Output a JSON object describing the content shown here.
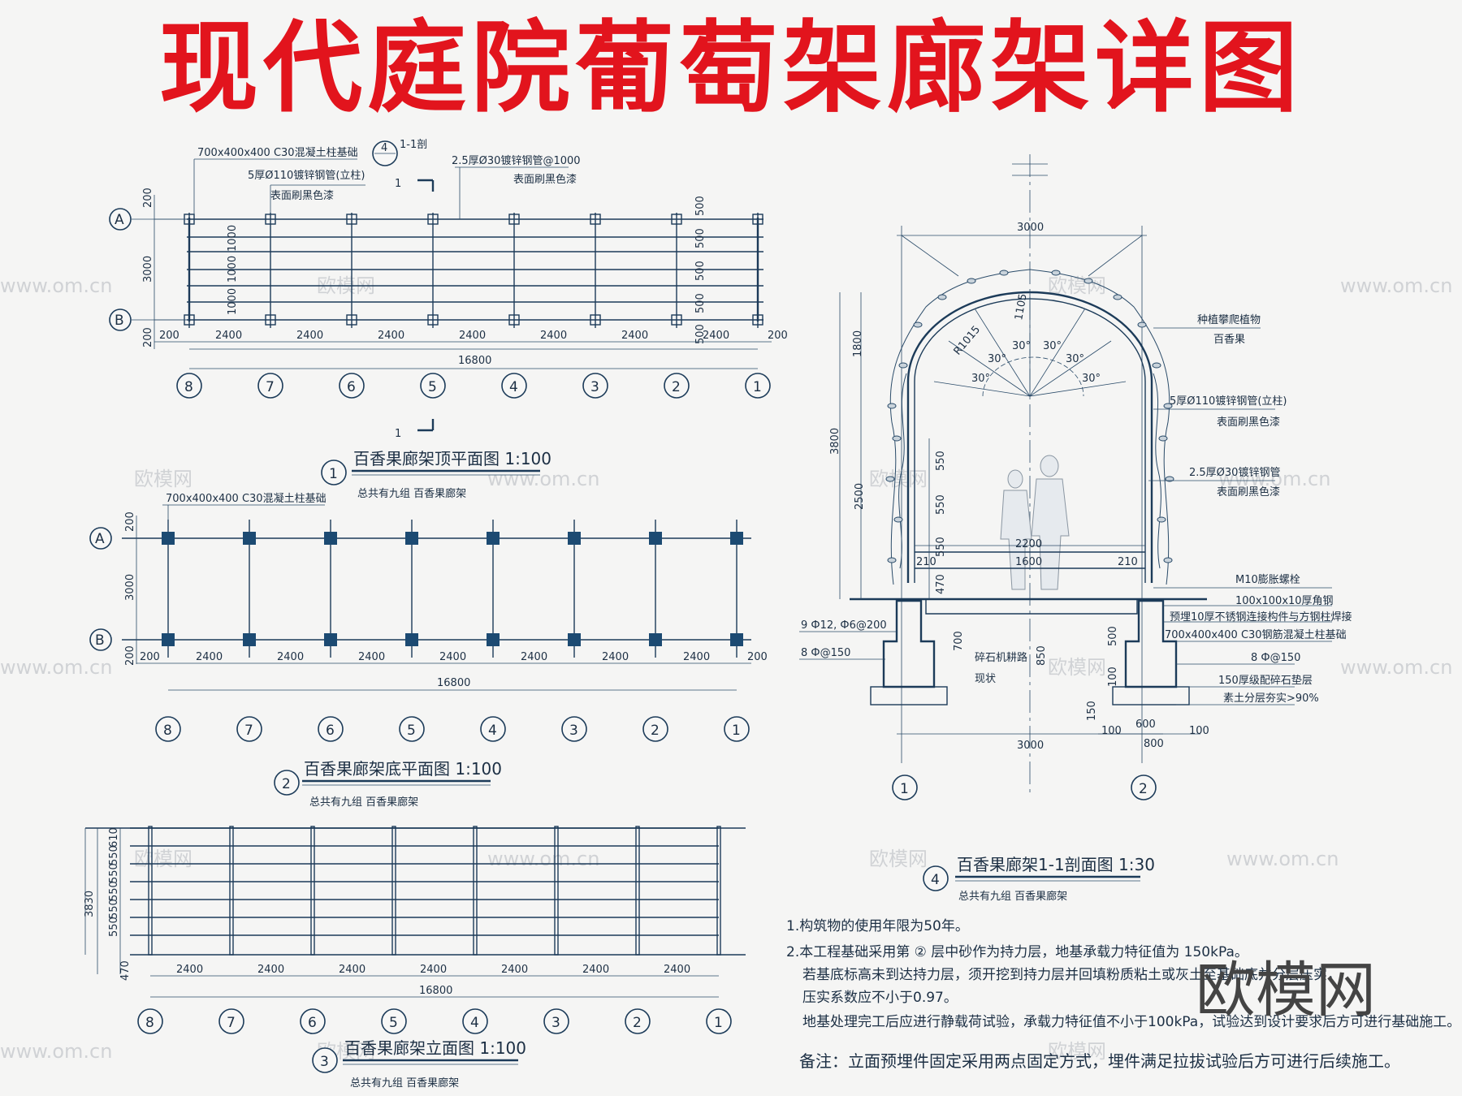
{
  "title": "现代庭院葡萄架廊架详图",
  "brand": "欧模网",
  "watermark_site": "www.om.cn",
  "watermark_cn": "欧模网",
  "axis_numbers": [
    "8",
    "7",
    "6",
    "5",
    "4",
    "3",
    "2",
    "1"
  ],
  "axis_letters": [
    "A",
    "B"
  ],
  "plan_top": {
    "title": "百香果廊架顶平面图  1:100",
    "number": "1",
    "subtitle": "总共有九组  百香果廊架",
    "note_foundation": "700x400x400  C30混凝土柱基础",
    "note_post": "5厚Ø110镀锌钢管(立柱)",
    "note_paint": "表面刷黑色漆",
    "note_pipe": "2.5厚Ø30镀锌钢管@1000",
    "note_pipe_paint": "表面刷黑色漆",
    "section_ref_num": "4",
    "section_ref_label": "1-1剖",
    "section_mark": "1",
    "dim_bay": "2400",
    "dim_total": "16800",
    "dim_end": "200",
    "dim_depth": "3000",
    "dim_1000": "1000",
    "dim_500": "500"
  },
  "plan_bottom": {
    "title": "百香果廊架底平面图  1:100",
    "number": "2",
    "subtitle": "总共有九组  百香果廊架",
    "note_foundation": "700x400x400  C30混凝土柱基础",
    "dim_bay": "2400",
    "dim_total": "16800",
    "dim_end": "200",
    "dim_depth": "3000"
  },
  "elevation": {
    "title": "百香果廊架立面图  1:100",
    "number": "3",
    "subtitle": "总共有九组  百香果廊架",
    "dim_bay": "2400",
    "dim_total": "16800",
    "dim_height": "3830",
    "dim_610": "610",
    "dim_550": "550",
    "dim_470": "470"
  },
  "section": {
    "title": "百香果廊架1-1剖面图  1:30",
    "number": "4",
    "subtitle": "总共有九组  百香果廊架",
    "axis_left": "1",
    "axis_right": "2",
    "dim_width": "3000",
    "dim_1800": "1800",
    "dim_3800": "3800",
    "dim_2500": "2500",
    "dim_550": "550",
    "dim_470": "470",
    "dim_2200": "2200",
    "dim_1600": "1600",
    "dim_210": "210",
    "dim_700": "700",
    "dim_850": "850",
    "dim_500": "500",
    "dim_100": "100",
    "dim_150": "150",
    "dim_600": "600",
    "dim_800": "800",
    "radius": "R1015",
    "dim_105": "1105",
    "angle": "30°",
    "label_plant": "种植攀爬植物",
    "label_plant_name": "百香果",
    "label_post": "5厚Ø110镀锌钢管(立柱)",
    "label_post_paint": "表面刷黑色漆",
    "label_pipe": "2.5厚Ø30镀锌钢管",
    "label_pipe_paint": "表面刷黑色漆",
    "label_bolt": "M10膨胀螺栓",
    "label_angle": "100x100x10厚角钢",
    "label_embed": "预埋10厚不锈钢连接构件与方钢柱焊接",
    "label_found": "700x400x400  C30钢筋混凝土柱基础",
    "label_rebar_8": "8 Ф@150",
    "label_gravel": "150厚级配碎石垫层",
    "label_soil": "素土分层夯实>90%",
    "label_rebar_9": "9 Ф12, Ф6@200",
    "label_rebar_8b": "8 Ф@150",
    "label_path": "碎石机耕路",
    "label_existing": "现状"
  },
  "notes": [
    "1.构筑物的使用年限为50年。",
    "2.本工程基础采用第 ② 层中砂作为持力层，地基承载力特征值为 150kPa。",
    "若基底标高未到达持力层，须开挖到持力层并回填粉质粘土或灰土至基础底并分层压实，",
    "压实系数应不小于0.97。",
    "地基处理完工后应进行静载荷试验，承载力特征值不小于100kPa，试验达到设计要求后方可进行基础施工。"
  ],
  "remark": "备注：立面预埋件固定采用两点固定方式，埋件满足拉拔试验后方可进行后续施工。"
}
